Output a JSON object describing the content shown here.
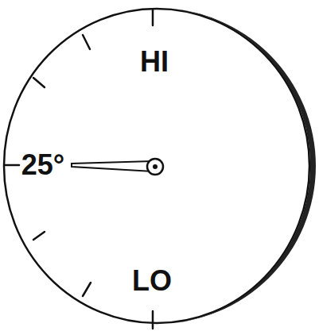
{
  "diagram": {
    "labels": [
      "HI",
      "25°",
      "LO"
    ]
  }
}
